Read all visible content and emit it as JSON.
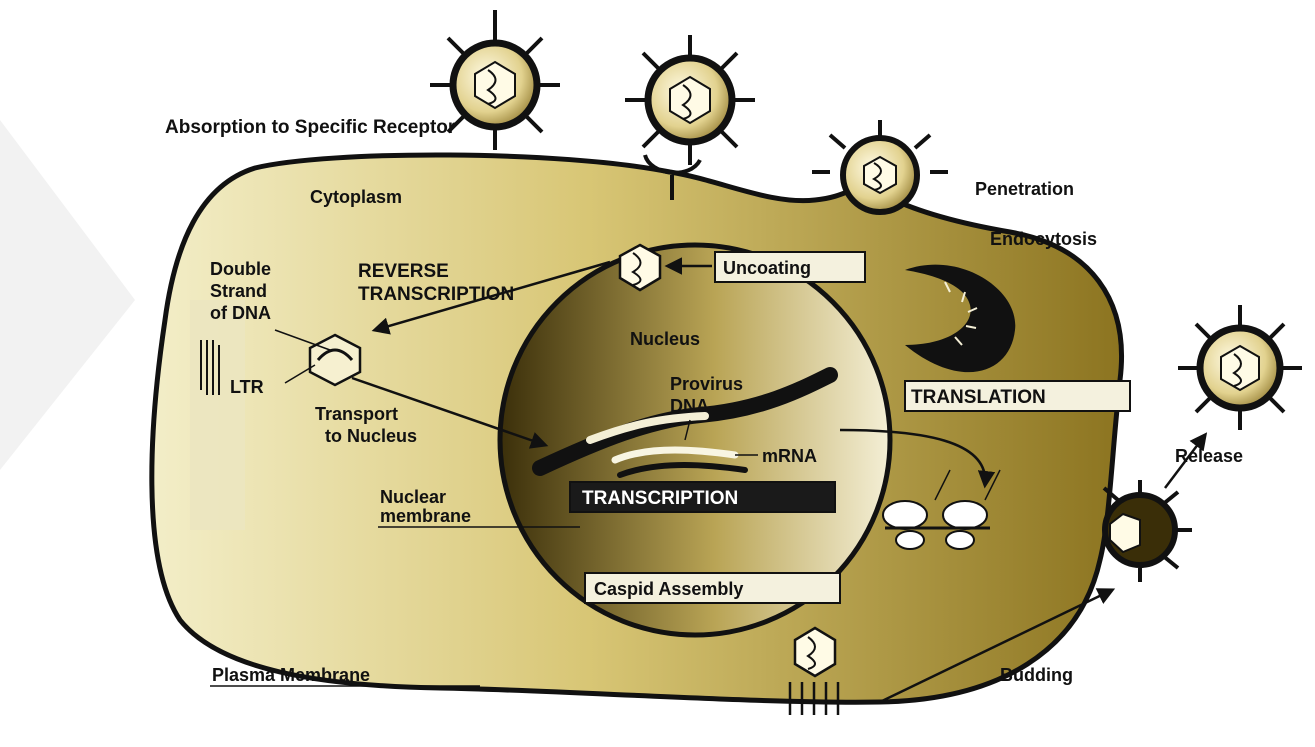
{
  "labels": {
    "absorption": "Absorption to Specific Receptor",
    "cytoplasm": "Cytoplasm",
    "penetration": "Penetration",
    "endocytosis": "Endocytosis",
    "double_strand_1": "Double",
    "double_strand_2": "Strand",
    "double_strand_3": "of DNA",
    "reverse_transcription_1": "REVERSE",
    "reverse_transcription_2": "TRANSCRIPTION",
    "uncoating": "Uncoating",
    "nucleus": "Nucleus",
    "ltr": "LTR",
    "provirus_1": "Provirus",
    "provirus_2": "DNA",
    "translation": "TRANSLATION",
    "transport_1": "Transport",
    "transport_2": "to Nucleus",
    "mrna": "mRNA",
    "release": "Release",
    "nuclear_membrane_1": "Nuclear",
    "nuclear_membrane_2": "membrane",
    "transcription": "TRANSCRIPTION",
    "caspid_assembly": "Caspid Assembly",
    "plasma_membrane": "Plasma Membrane",
    "budding": "Budding"
  },
  "colors": {
    "cell_fill": "#b59b3a",
    "cell_light": "#efe8b8",
    "nucleus_dark": "#3a2e08",
    "nucleus_light": "#f2ecc8",
    "outline": "#111111"
  }
}
